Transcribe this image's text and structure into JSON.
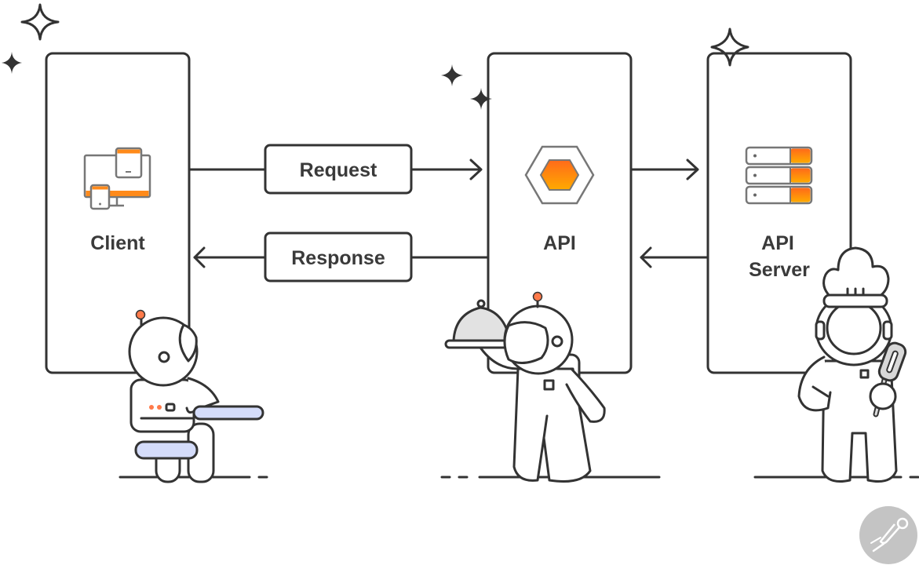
{
  "diagram": {
    "nodes": [
      {
        "id": "client",
        "label": "Client",
        "icon": "devices-icon"
      },
      {
        "id": "api",
        "label": "API",
        "icon": "hexagon-icon"
      },
      {
        "id": "api-server",
        "label_line1": "API",
        "label_line2": "Server",
        "icon": "server-stack-icon"
      }
    ],
    "edges": [
      {
        "from": "client",
        "to": "api",
        "label": "Request",
        "direction": "right"
      },
      {
        "from": "api",
        "to": "client",
        "label": "Response",
        "direction": "left"
      },
      {
        "from": "api",
        "to": "api-server",
        "label": "",
        "direction": "right"
      },
      {
        "from": "api-server",
        "to": "api",
        "label": "",
        "direction": "left"
      }
    ],
    "characters": [
      {
        "role": "customer",
        "description": "astronaut seated at table"
      },
      {
        "role": "waiter",
        "description": "astronaut holding serving cloche"
      },
      {
        "role": "chef",
        "description": "astronaut wearing chef hat holding spatula"
      }
    ],
    "logo": "postman-logo-icon"
  },
  "colors": {
    "stroke": "#333333",
    "accent_orange": "#FF7A1A",
    "accent_yellow": "#FFA800",
    "table_blue": "#D4DCFA",
    "cloche_gray": "#E2E2E2",
    "logo_gray": "#C4C4C4"
  }
}
